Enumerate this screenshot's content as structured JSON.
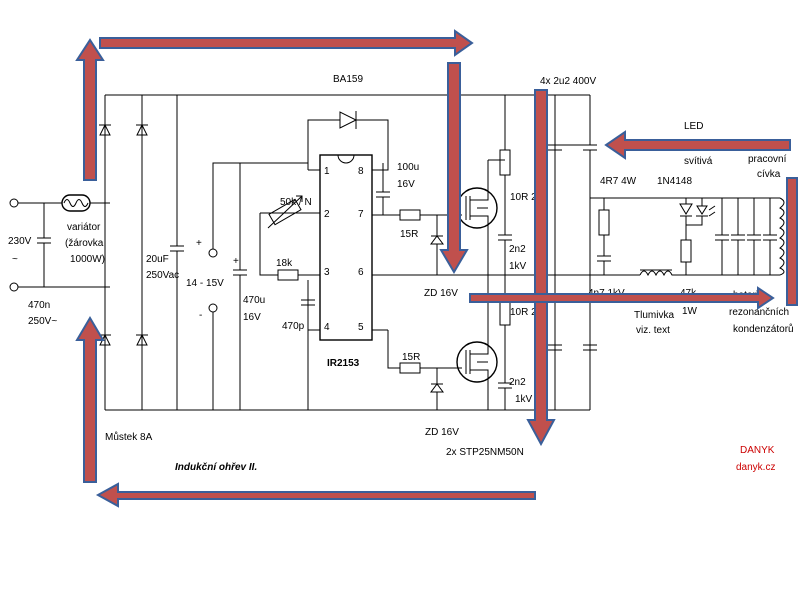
{
  "title": "Indukční ohřev II.",
  "author": {
    "name": "DANYK",
    "site": "danyk.cz"
  },
  "colors": {
    "wire": "#000000",
    "arrow_fill": "#c0504d",
    "arrow_outline": "#3a5f9a",
    "author": "#cc0000"
  },
  "labels": {
    "ba159": "BA159",
    "caps_top": "4x  2u2 400V",
    "v230": "230V",
    "ac": "~",
    "variator": "variátor",
    "variator2": "(žárovka",
    "variator3": "1000W)",
    "c470n": "470n",
    "c470n_v": "250V~",
    "c20uf": "20uF",
    "c20uf_v": "250Vac",
    "most": "Můstek 8A",
    "supply": "14 - 15V",
    "plus": "+",
    "minus": "-",
    "c470u": "470u",
    "c470u_v": "16V",
    "c100u": "100u",
    "c100u_v": "16V",
    "pot": "50k / N",
    "r18k": "18k",
    "c470p": "470p",
    "ic": "IR2153",
    "p1": "1",
    "p2": "2",
    "p3": "3",
    "p4": "4",
    "p5": "5",
    "p6": "6",
    "p7": "7",
    "p8": "8",
    "r15r_a": "15R",
    "r15r_b": "15R",
    "zd_a": "ZD 16V",
    "zd_b": "ZD 16V",
    "r10r_a": "10R 2W",
    "r10r_b": "10R 2W",
    "c2n2_a": "2n2",
    "c2n2_a_v": "1kV",
    "c2n2_b": "2n2",
    "c2n2_b_v": "1kV",
    "mosfets": "2x STP25NM50N",
    "r4r7": "4R7 4W",
    "c4n7": "4n7 1kV",
    "choke": "Tlumivka",
    "choke2": "viz. text",
    "led": "LED",
    "led2": "svítivá",
    "d1n4148": "1N4148",
    "r47k": "47k",
    "r47k_w": "1W",
    "coil": "pracovní",
    "coil2": "cívka",
    "bat": "baterie",
    "bat2": "rezonančních",
    "bat3": "kondenzátorů"
  }
}
